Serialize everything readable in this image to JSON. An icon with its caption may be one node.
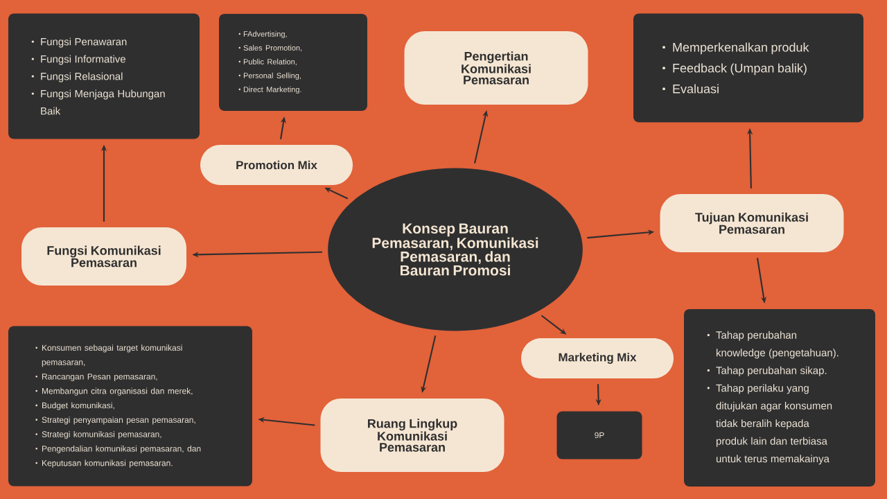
{
  "diagram": {
    "nodes": [
      {
        "text": [
          "Konsep Bauran Pemasaran, Komunikasi Pemasaran, dan Bauran Promosi"
        ]
      },
      {
        "text": [
          "Pengertian Komunikasi Pemasaran"
        ]
      },
      {
        "text": [
          "Promotion Mix"
        ]
      },
      {
        "text": [
          "Fungsi Komunikasi Pemasaran"
        ]
      },
      {
        "text": [
          "Tujuan Komunikasi Pemasaran"
        ]
      },
      {
        "text": [
          "Marketing Mix"
        ]
      },
      {
        "text": [
          "Ruang Lingkup Komunikasi Pemasaran"
        ]
      },
      {
        "text": [
          "Fungsi Penawaran",
          "Fungsi Informative",
          "Fungsi Relasional",
          "Fungsi Menjaga Hubungan Baik"
        ]
      },
      {
        "text": [
          "FAdvertising,",
          "Sales Promotion,",
          "Public Relation,",
          "Personal Selling,",
          "Direct Marketing."
        ]
      },
      {
        "text": [
          "Memperkenalkan produk",
          "Feedback (Umpan balik)",
          "Evaluasi"
        ]
      },
      {
        "text": [
          "9P"
        ]
      },
      {
        "text": [
          "Tahap perubahan knowledge (pengetahuan).",
          "Tahap perubahan sikap.",
          "Tahap perilaku yang ditujukan agar konsumen tidak beralih kepada produk lain dan terbiasa untuk terus memakainya"
        ]
      },
      {
        "text": [
          "Konsumen sebagai target komunikasi pemasaran,",
          "Rancangan Pesan pemasaran,",
          "Membangun citra organisasi dan merek,",
          "Budget komunikasi,",
          "Strategi penyampaian pesan pemasaran,",
          "Strategi komunikasi pemasaran,",
          "Pengendalian komunikasi pemasaran, dan",
          "Keputusan komunikasi pemasaran."
        ]
      }
    ],
    "edges": [
      {
        "from": 0,
        "to": 1,
        "arrow": "to"
      },
      {
        "from": 0,
        "to": 2,
        "arrow": "to"
      },
      {
        "from": 0,
        "to": 3,
        "arrow": "to"
      },
      {
        "from": 0,
        "to": 4,
        "arrow": "to"
      },
      {
        "from": 0,
        "to": 5,
        "arrow": "to"
      },
      {
        "from": 0,
        "to": 6,
        "arrow": "to"
      },
      {
        "from": 2,
        "to": 8,
        "arrow": "to"
      },
      {
        "from": 3,
        "to": 7,
        "arrow": "to"
      },
      {
        "from": 4,
        "to": 9,
        "arrow": "to"
      },
      {
        "from": 4,
        "to": 11,
        "arrow": "to"
      },
      {
        "from": 5,
        "to": 10,
        "arrow": "to"
      },
      {
        "from": 6,
        "to": 12,
        "arrow": "to"
      }
    ]
  }
}
